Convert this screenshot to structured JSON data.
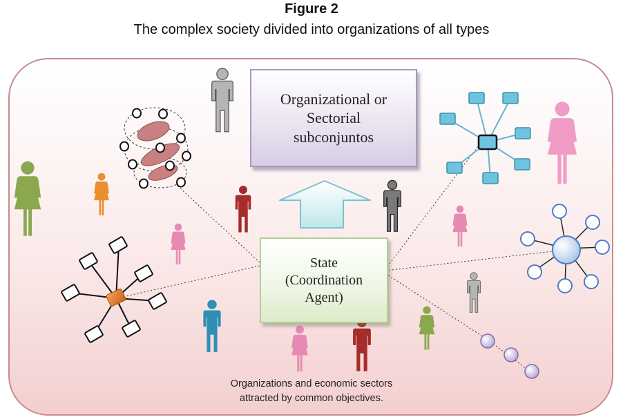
{
  "figure": {
    "label": "Figure 2",
    "title": "The complex society divided into organizations of all types"
  },
  "diagram": {
    "subsets_box": "Organizational or\nSectorial\nsubconjuntos",
    "state_box": "State\n(Coordination\nAgent)",
    "caption_line1": "Organizations and economic sectors",
    "caption_line2": "attracted by common objectives."
  },
  "colors": {
    "panel_border": "#c98a8e",
    "state_box": "#dcebc8",
    "subsets_box": "#d7cce6",
    "figures": [
      "#8aa84e",
      "#e8902d",
      "#a62c2c",
      "#8e8e8e",
      "#e68ab5",
      "#2d8fb3",
      "#4a4a4a"
    ],
    "network_teal": "#5fb6d2",
    "network_blue": "#4d7cc8",
    "network_orange": "#e0781e",
    "stack_rose": "#c98080"
  }
}
